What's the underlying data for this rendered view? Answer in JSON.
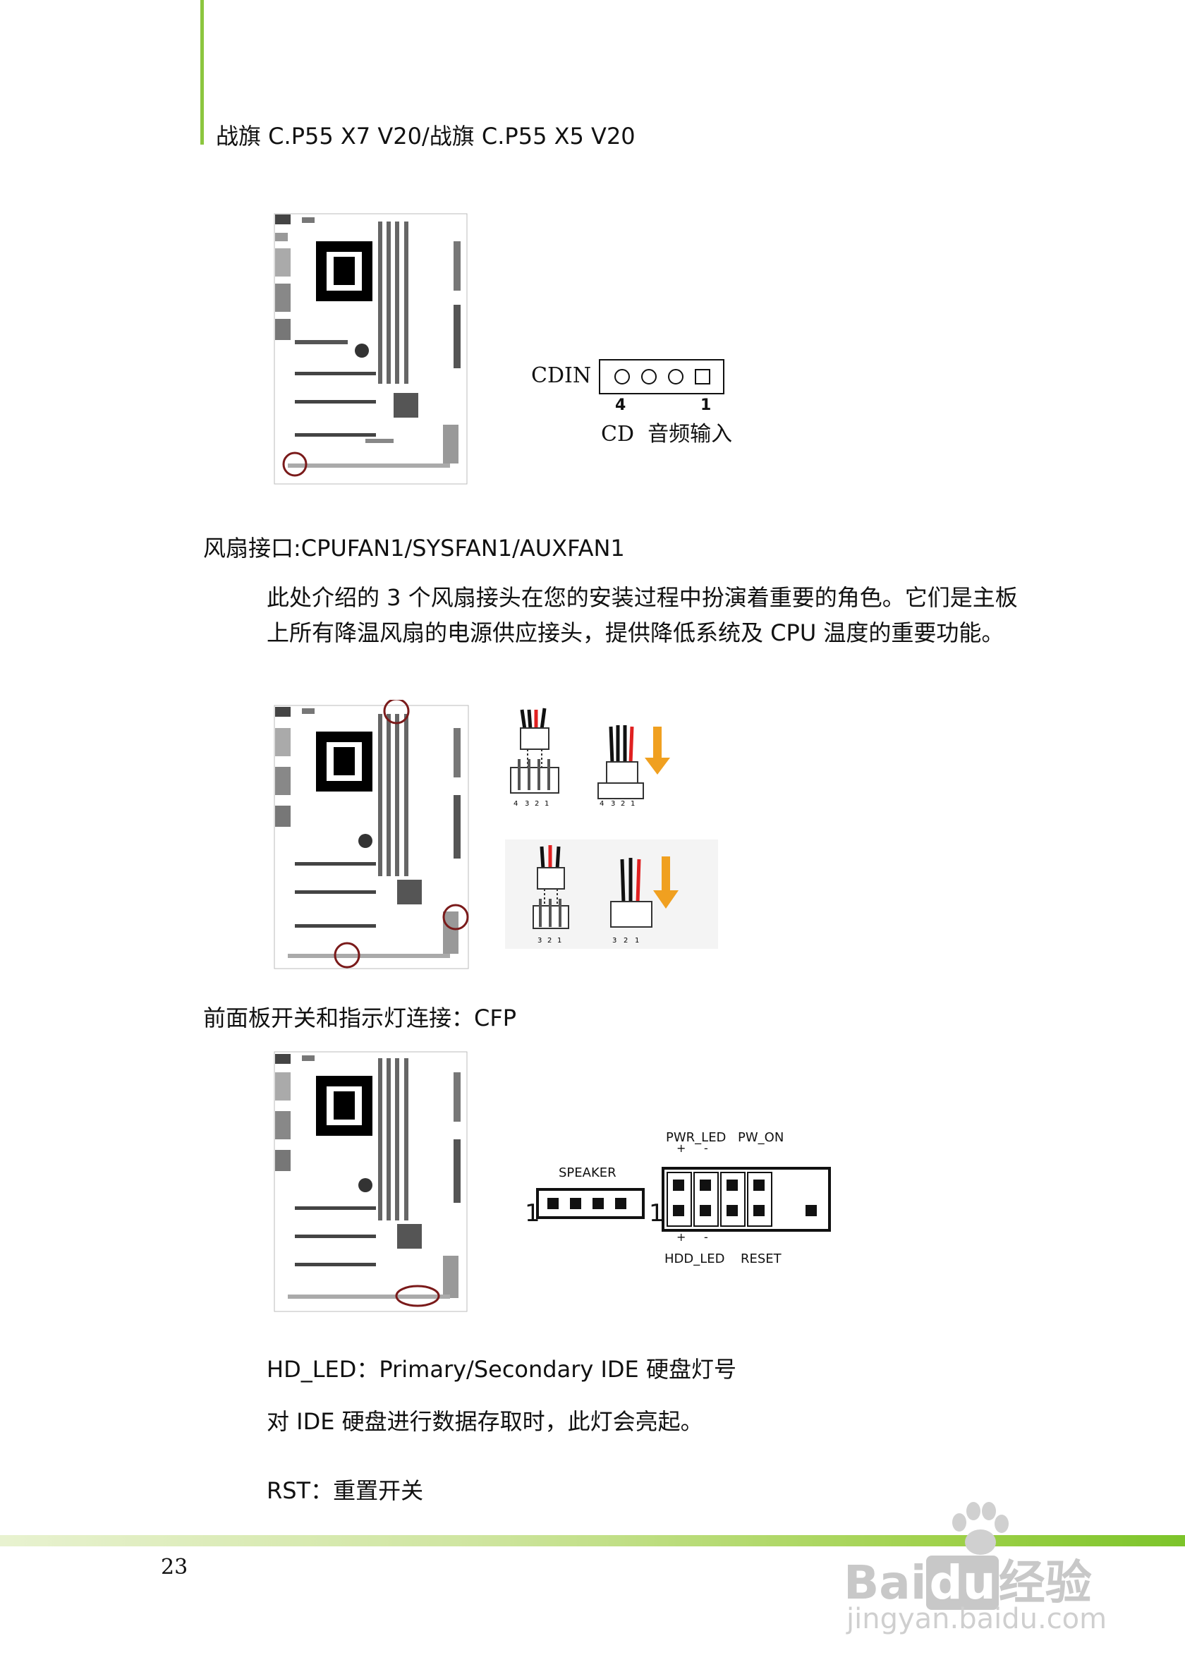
{
  "header": {
    "title": "战旗 C.P55 X7 V20/战旗 C.P55 X5 V20"
  },
  "cdin": {
    "label": "CDIN",
    "pin_left": "4",
    "pin_right": "1",
    "caption_cd": "CD",
    "caption_text": "音频输入"
  },
  "fan_section": {
    "heading": "风扇接口:CPUFAN1/SYSFAN1/AUXFAN1",
    "body": "此处介绍的 3 个风扇接头在您的安装过程中扮演着重要的角色。它们是主板上所有降温风扇的电源供应接头，提供降低系统及 CPU 温度的重要功能。",
    "pins_4": [
      "4",
      "3",
      "2",
      "1"
    ],
    "pins_3": [
      "3",
      "2",
      "1"
    ]
  },
  "cfp_section": {
    "heading": "前面板开关和指示灯连接：CFP",
    "speaker_label": "SPEAKER",
    "pin_one_left": "1",
    "pin_one_right": "1",
    "pwr_led": "PWR_LED",
    "pw_on": "PW_ON",
    "hdd_led": "HDD_LED",
    "reset": "RESET",
    "plus": "+",
    "minus": "-"
  },
  "hd_led": {
    "title": "HD_LED：Primary/Secondary IDE  硬盘灯号",
    "desc": "对 IDE 硬盘进行数据存取时，此灯会亮起。"
  },
  "rst": {
    "title": "RST：重置开关"
  },
  "footer": {
    "page_number": "23"
  },
  "watermark": {
    "brand_left": "Bai",
    "brand_mid": "du",
    "brand_cn": "经验",
    "url": "jingyan.baidu.com"
  },
  "colors": {
    "accent_green": "#8cc63f",
    "highlight_circle": "#7a1a1a",
    "arrow_orange": "#f0a020",
    "wire_red": "#e02020"
  }
}
